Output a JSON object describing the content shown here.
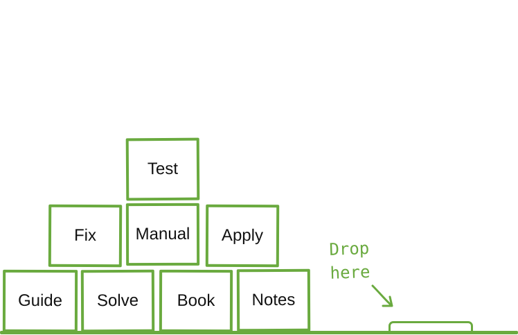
{
  "blocks": {
    "test": "Test",
    "fix": "Fix",
    "manual": "Manual",
    "apply": "Apply",
    "guide": "Guide",
    "solve": "Solve",
    "book": "Book",
    "notes": "Notes"
  },
  "drop_zone": {
    "hint": "Drop\nhere"
  },
  "colors": {
    "accent": "#6aaa3f",
    "text": "#111111",
    "background": "#ffffff"
  }
}
